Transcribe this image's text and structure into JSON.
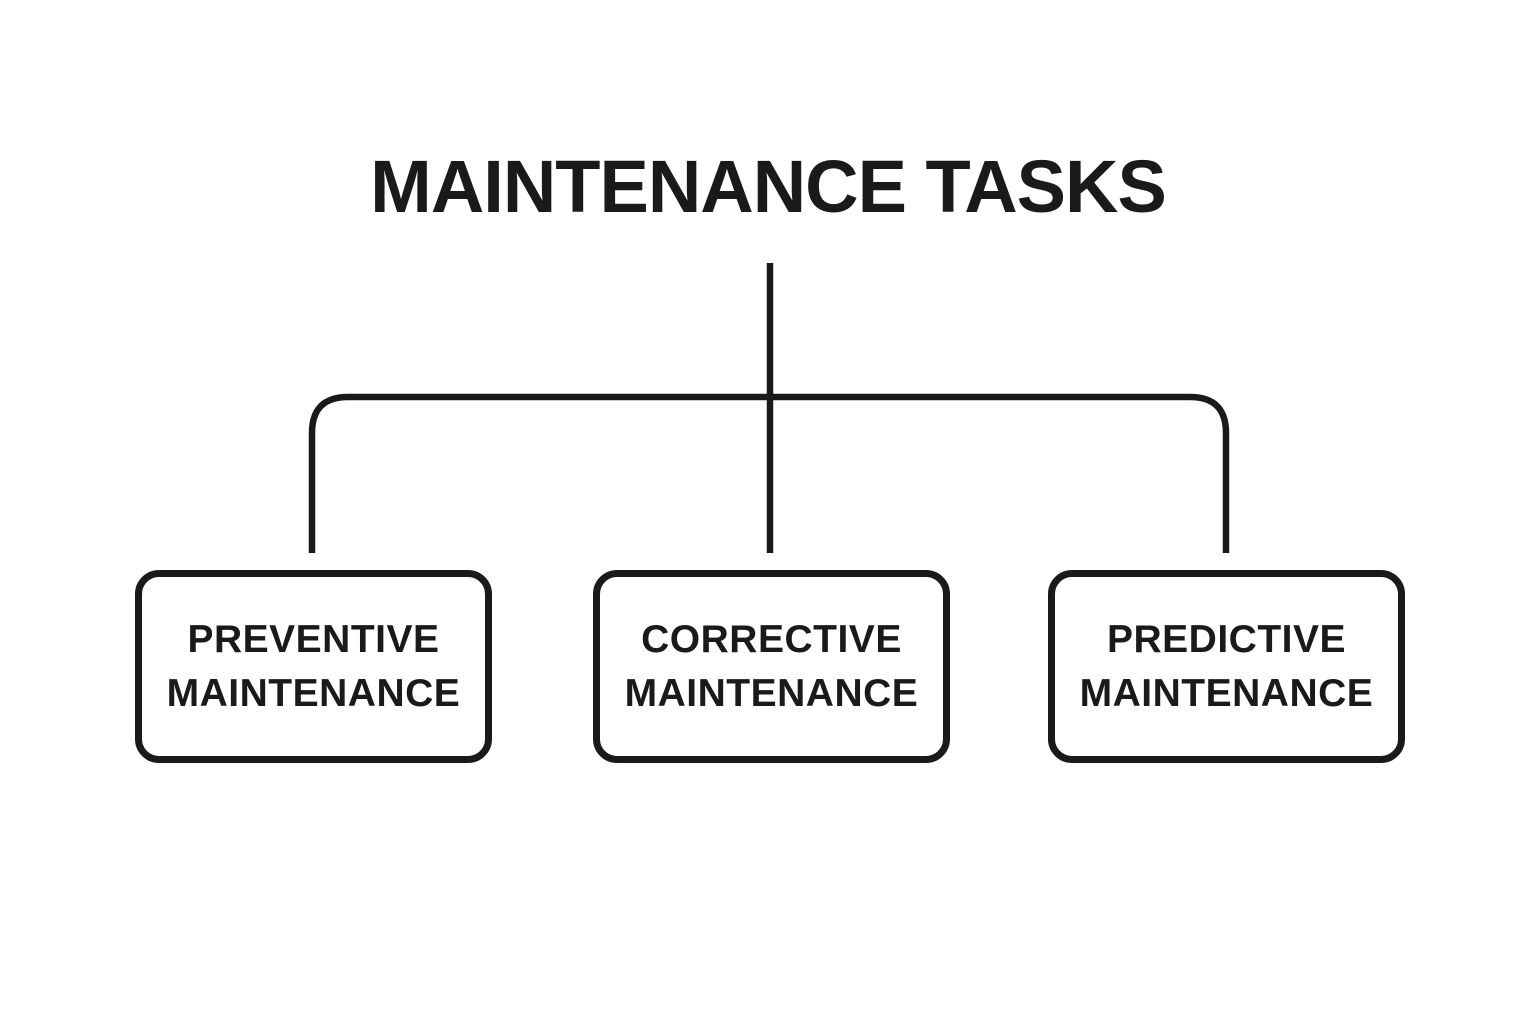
{
  "diagram": {
    "title": "MAINTENANCE TASKS",
    "nodes": [
      {
        "id": "preventive",
        "label": "PREVENTIVE MAINTENANCE"
      },
      {
        "id": "corrective",
        "label": "CORRECTIVE MAINTENANCE"
      },
      {
        "id": "predictive",
        "label": "PREDICTIVE MAINTENANCE"
      }
    ],
    "colors": {
      "background": "#ffffff",
      "line": "#1a1a1a",
      "text": "#1a1a1a",
      "node_fill": "#ffffff"
    }
  }
}
